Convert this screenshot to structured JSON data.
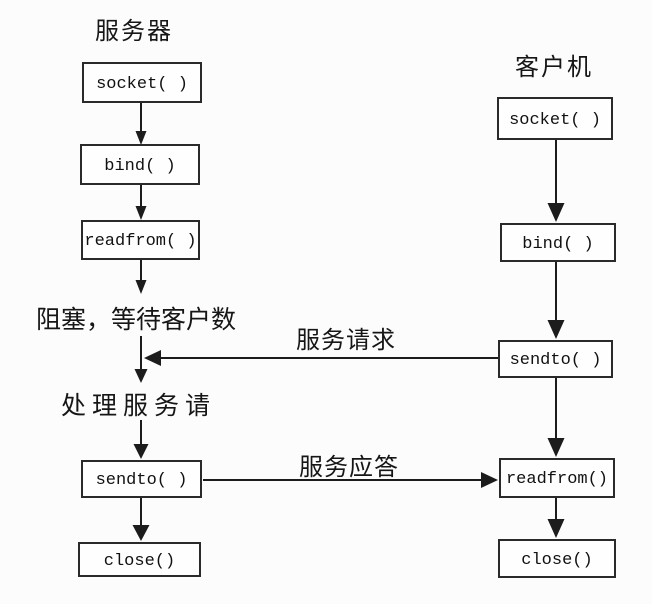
{
  "server": {
    "title": "服务器",
    "boxes": [
      {
        "label": "socket( )"
      },
      {
        "label": "bind( )"
      },
      {
        "label": "readfrom( )"
      },
      {
        "label": "sendto( )"
      },
      {
        "label": "close()"
      }
    ],
    "notes": [
      {
        "text": "阻塞，等待客户数"
      },
      {
        "text": "处理服务请"
      }
    ]
  },
  "client": {
    "title": "客户机",
    "boxes": [
      {
        "label": "socket( )"
      },
      {
        "label": "bind( )"
      },
      {
        "label": "sendto( )"
      },
      {
        "label": "readfrom()"
      },
      {
        "label": "close()"
      }
    ]
  },
  "connectors": {
    "request_label": "服务请求",
    "reply_label": "服务应答"
  },
  "colors": {
    "line": "#1c1c1c",
    "box_border": "#2a2a2a",
    "background": "#fcfcfc"
  }
}
